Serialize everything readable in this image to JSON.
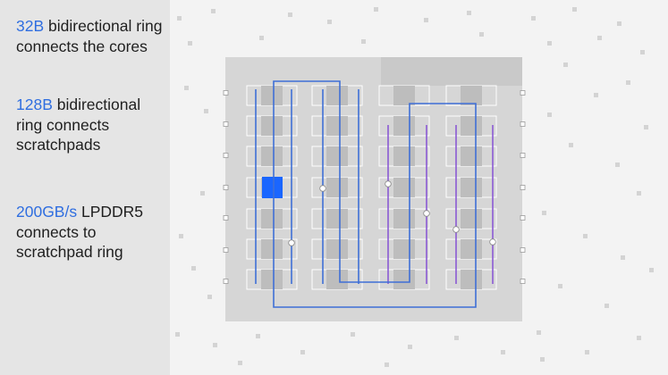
{
  "captions": [
    {
      "highlight": "32B",
      "text": " bidirectional ring connects the cores"
    },
    {
      "highlight": "128B",
      "text": " bidirectional ring connects scratchpads"
    },
    {
      "highlight": "200GB/s",
      "text": " LPDDR5 connects to scratchpad ring"
    }
  ],
  "diagram": {
    "columns": 4,
    "rows": 7,
    "highlighted_core": {
      "column": 1,
      "row": 4
    },
    "colors": {
      "die": "#d6d6d6",
      "core_block": "#bdbdbd",
      "cell_outline": "#ffffff",
      "core_ring": "#3f6fd6",
      "scratchpad_ring": "#5a4fd0",
      "memory_link": "#8a5ad4",
      "highlight": "#1a66ff",
      "background_dot": "#d3d3d3"
    }
  }
}
